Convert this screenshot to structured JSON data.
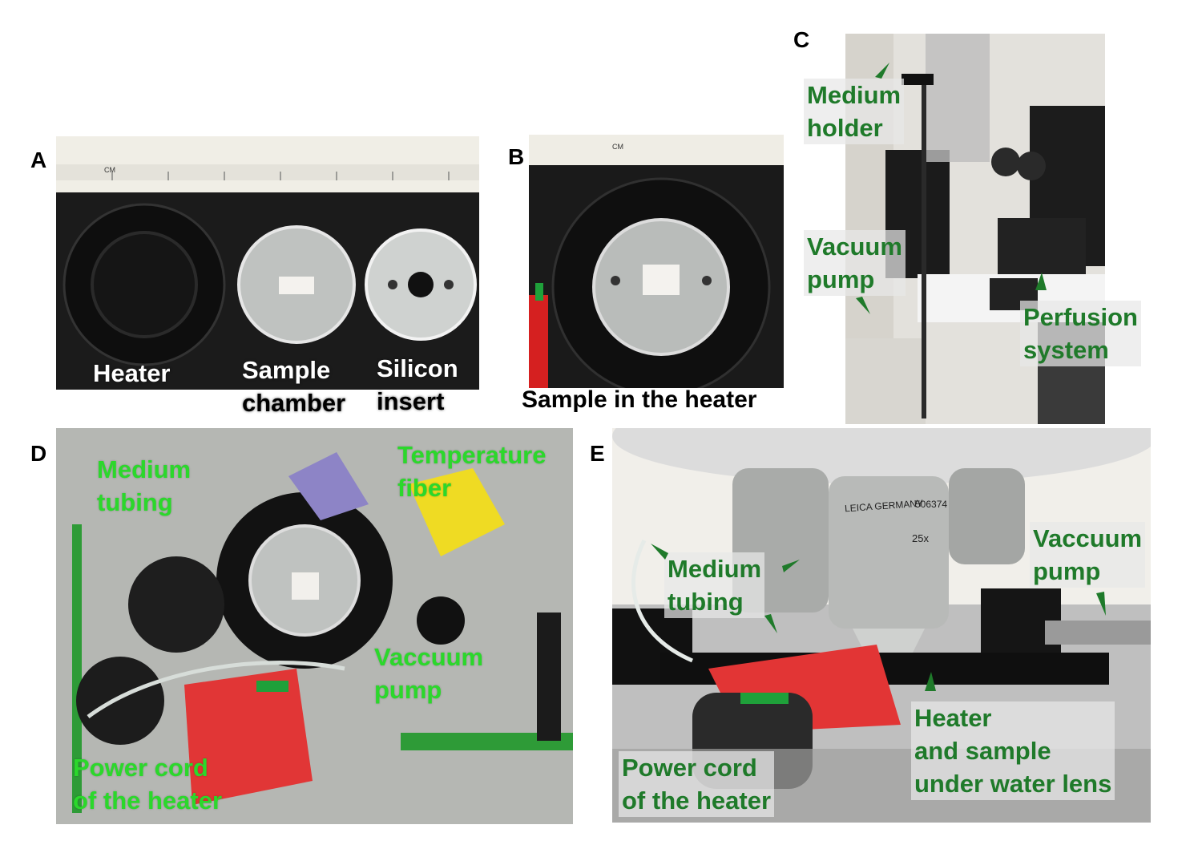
{
  "panels": {
    "A": {
      "letter": "A",
      "labels": {
        "heater": "Heater",
        "sample_chamber": [
          "Sample",
          "chamber"
        ],
        "silicon_insert": [
          "Silicon",
          "insert"
        ]
      },
      "ruler_mark": "CM"
    },
    "B": {
      "letter": "B",
      "caption": "Sample in the heater",
      "ruler_mark": "CM"
    },
    "C": {
      "letter": "C",
      "labels": {
        "medium_holder": [
          "Medium",
          "holder"
        ],
        "vacuum_pump": [
          "Vacuum",
          "pump"
        ],
        "perfusion_system": [
          "Perfusion",
          "system"
        ]
      }
    },
    "D": {
      "letter": "D",
      "labels": {
        "medium_tubing": [
          "Medium",
          "tubing"
        ],
        "temperature_fiber": [
          "Temperature",
          "fiber"
        ],
        "vaccuum_pump": [
          "Vaccuum",
          "pump"
        ],
        "power_cord": [
          "Power cord",
          "of the heater"
        ]
      }
    },
    "E": {
      "letter": "E",
      "labels": {
        "medium_tubing": [
          "Medium",
          "tubing"
        ],
        "vaccuum_pump": [
          "Vaccuum",
          "pump"
        ],
        "heater_sample": [
          "Heater",
          "and sample",
          "under water lens"
        ],
        "power_cord": [
          "Power cord",
          "of the heater"
        ]
      },
      "lens_text": {
        "brand": "LEICA GERMANY",
        "serial": "506374",
        "mag": "25x"
      }
    }
  },
  "colors": {
    "dark_green_label": "#1f7a2a",
    "bright_green_label": "#2bd82b",
    "white_label": "#ffffff",
    "background": "#ffffff"
  }
}
